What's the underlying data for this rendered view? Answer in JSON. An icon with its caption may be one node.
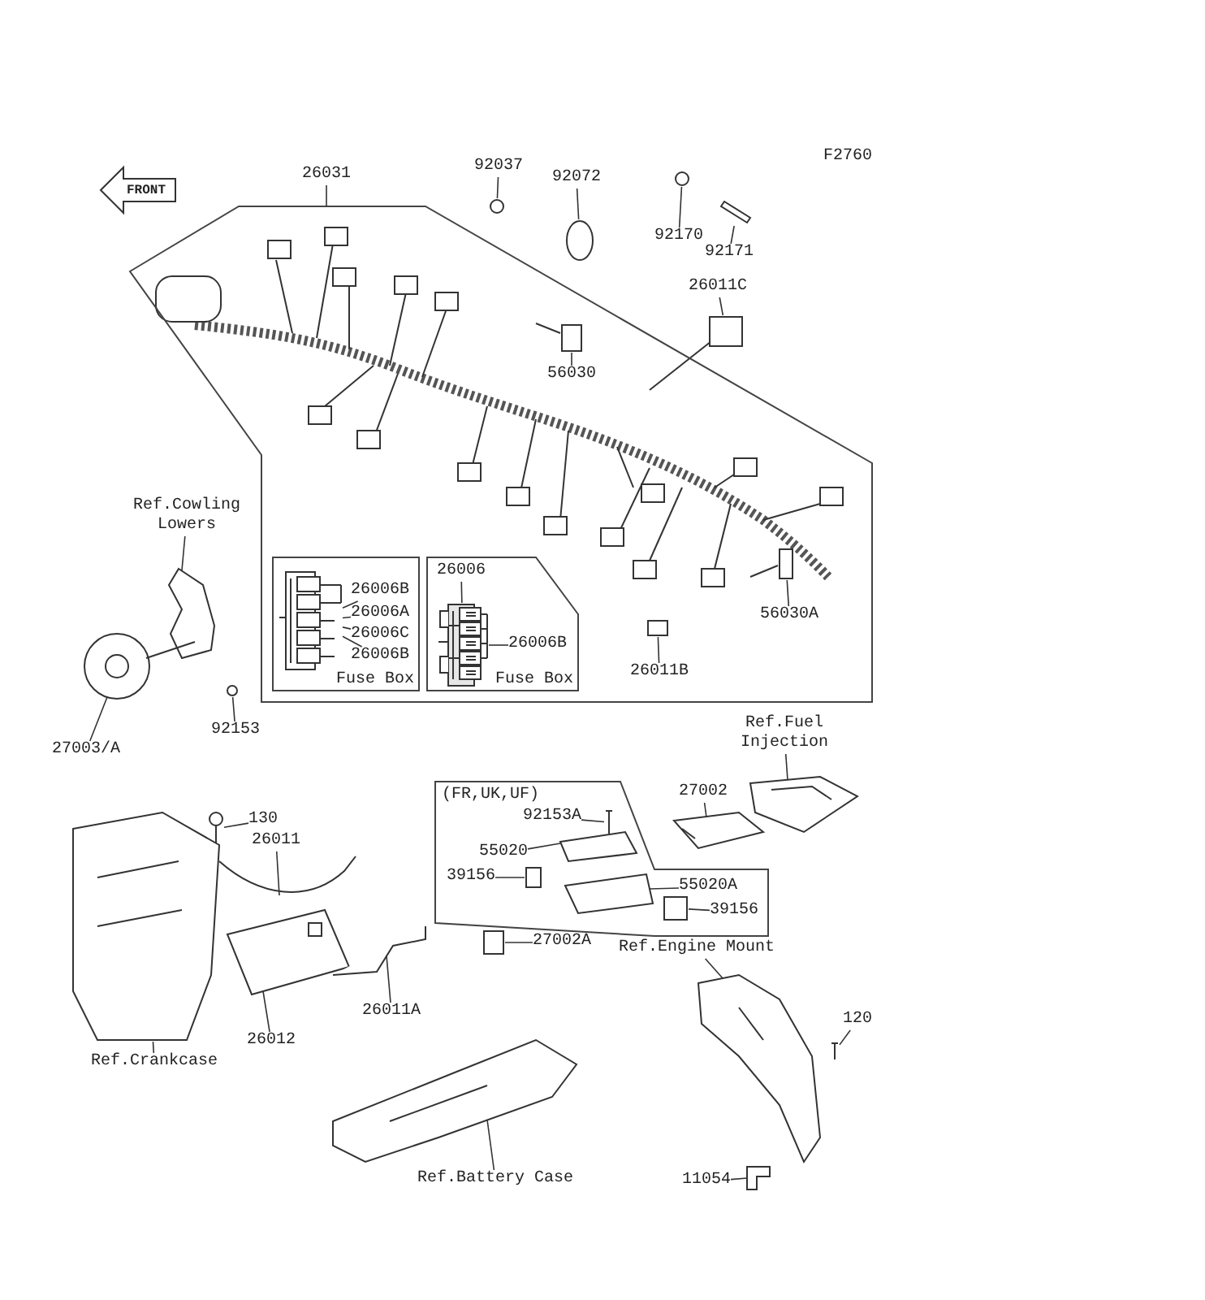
{
  "diagram": {
    "nodes": [
      {
        "text": [],
        "shape": "box"
      },
      {
        "text": [
          "26031"
        ]
      },
      {
        "text": [
          "92037"
        ]
      },
      {
        "text": [
          "92072"
        ]
      },
      {
        "text": [
          "92170"
        ]
      },
      {
        "text": [
          "92171"
        ]
      },
      {
        "text": [
          "26011C"
        ]
      },
      {
        "text": [
          "56030"
        ],
        "in": 0
      },
      {
        "text": [
          "Fuse Box"
        ],
        "in": 0
      },
      {
        "text": [
          "26006B"
        ],
        "in": 8
      },
      {
        "text": [
          "26006A"
        ],
        "in": 8
      },
      {
        "text": [
          "26006C"
        ],
        "in": 8
      },
      {
        "text": [
          "26006B"
        ],
        "in": 8
      },
      {
        "text": [
          "Fuse Box"
        ],
        "in": 0
      },
      {
        "text": [
          "26006"
        ],
        "in": 13
      },
      {
        "text": [
          "26006B"
        ],
        "in": 13
      },
      {
        "text": [
          "26011B"
        ],
        "in": 0
      },
      {
        "text": [
          "56030A"
        ],
        "in": 0
      },
      {
        "text": [
          "Ref.Cowling Lowers"
        ]
      },
      {
        "text": [
          "27003/A"
        ]
      },
      {
        "text": [
          "92153"
        ]
      },
      {
        "text": [
          "Ref.Fuel Injection"
        ]
      },
      {
        "text": [
          "27002"
        ]
      },
      {
        "text": [
          "(FR,UK,UF)"
        ]
      },
      {
        "text": [
          "92153A"
        ],
        "in": 23
      },
      {
        "text": [
          "55020"
        ],
        "in": 23
      },
      {
        "text": [
          "39156"
        ],
        "in": 23
      },
      {
        "text": [
          "55020A"
        ],
        "in": 23
      },
      {
        "text": [
          "39156"
        ],
        "in": 23
      },
      {
        "text": [
          "130"
        ]
      },
      {
        "text": [
          "26011"
        ]
      },
      {
        "text": [
          "27002A"
        ]
      },
      {
        "text": [
          "26012"
        ]
      },
      {
        "text": [
          "26011A"
        ]
      },
      {
        "text": [
          "Ref.Crankcase"
        ]
      },
      {
        "text": [
          "Ref.Engine Mount"
        ]
      },
      {
        "text": [
          "120"
        ]
      },
      {
        "text": [
          "Ref.Battery Case"
        ]
      },
      {
        "text": [
          "11054"
        ]
      },
      {
        "text": [],
        "shape": "circle"
      },
      {
        "text": [],
        "shape": "circle"
      },
      {
        "text": [],
        "shape": "circle"
      },
      {
        "text": [],
        "shape": "picture"
      },
      {
        "text": [],
        "shape": "box"
      },
      {
        "text": [],
        "shape": "box",
        "in": 0
      },
      {
        "text": [],
        "shape": "picture",
        "in": 8
      },
      {
        "text": [],
        "shape": "picture",
        "in": 13
      },
      {
        "text": [],
        "shape": "box",
        "in": 0
      },
      {
        "text": [],
        "shape": "box",
        "in": 0
      },
      {
        "text": [],
        "shape": "picture"
      },
      {
        "text": [],
        "shape": "picture"
      },
      {
        "text": [],
        "shape": "circle"
      },
      {
        "text": [],
        "shape": "picture"
      },
      {
        "text": [],
        "shape": "picture"
      },
      {
        "text": [],
        "shape": "picture",
        "in": 23
      },
      {
        "text": [],
        "shape": "picture",
        "in": 23
      },
      {
        "text": [],
        "shape": "box",
        "in": 23
      },
      {
        "text": [],
        "shape": "picture",
        "in": 23
      },
      {
        "text": [],
        "shape": "box",
        "in": 23
      },
      {
        "text": [],
        "shape": "box"
      },
      {
        "text": [],
        "shape": "picture"
      },
      {
        "text": [],
        "shape": "picture"
      },
      {
        "text": [],
        "shape": "picture"
      },
      {
        "text": [],
        "shape": "picture"
      },
      {
        "text": [],
        "shape": "picture"
      },
      {
        "text": [],
        "shape": "picture"
      },
      {
        "text": [],
        "shape": "picture"
      },
      {
        "text": [],
        "shape": "picture"
      },
      {
        "text": [],
        "shape": "picture"
      }
    ],
    "edges": [
      {
        "from": 1,
        "to": 0,
        "arrow": "none"
      },
      {
        "from": 2,
        "to": 39,
        "arrow": "none"
      },
      {
        "from": 3,
        "to": 40,
        "arrow": "none"
      },
      {
        "from": 4,
        "to": 41,
        "arrow": "none"
      },
      {
        "from": 5,
        "to": 42,
        "arrow": "none"
      },
      {
        "from": 6,
        "to": 43,
        "arrow": "none"
      },
      {
        "from": 7,
        "to": 44,
        "arrow": "none"
      },
      {
        "from": 9,
        "to": 45,
        "arrow": "none"
      },
      {
        "from": 10,
        "to": 45,
        "arrow": "none"
      },
      {
        "from": 11,
        "to": 45,
        "arrow": "none"
      },
      {
        "from": 12,
        "to": 45,
        "arrow": "none"
      },
      {
        "from": 14,
        "to": 46,
        "arrow": "none"
      },
      {
        "from": 15,
        "to": 46,
        "arrow": "none"
      },
      {
        "from": 16,
        "to": 47,
        "arrow": "none"
      },
      {
        "from": 17,
        "to": 48,
        "arrow": "none"
      },
      {
        "from": 18,
        "to": 49,
        "arrow": "none"
      },
      {
        "from": 19,
        "to": 50,
        "arrow": "none"
      },
      {
        "from": 20,
        "to": 51,
        "arrow": "none"
      },
      {
        "from": 21,
        "to": 52,
        "arrow": "none"
      },
      {
        "from": 22,
        "to": 53,
        "arrow": "none"
      },
      {
        "from": 24,
        "to": 54,
        "arrow": "none"
      },
      {
        "from": 25,
        "to": 55,
        "arrow": "none"
      },
      {
        "from": 26,
        "to": 56,
        "arrow": "none"
      },
      {
        "from": 27,
        "to": 57,
        "arrow": "none"
      },
      {
        "from": 28,
        "to": 58,
        "arrow": "none"
      },
      {
        "from": 29,
        "to": 60,
        "arrow": "none"
      },
      {
        "from": 30,
        "to": 61,
        "arrow": "none"
      },
      {
        "from": 31,
        "to": 59,
        "arrow": "none"
      },
      {
        "from": 32,
        "to": 62,
        "arrow": "none"
      },
      {
        "from": 33,
        "to": 63,
        "arrow": "none"
      },
      {
        "from": 34,
        "to": 64,
        "arrow": "none"
      },
      {
        "from": 35,
        "to": 65,
        "arrow": "none"
      },
      {
        "from": 36,
        "to": 66,
        "arrow": "none"
      },
      {
        "from": 37,
        "to": 68,
        "arrow": "none"
      },
      {
        "from": 38,
        "to": 67,
        "arrow": "none"
      }
    ],
    "labels": [
      "F2760",
      "FRONT"
    ]
  }
}
